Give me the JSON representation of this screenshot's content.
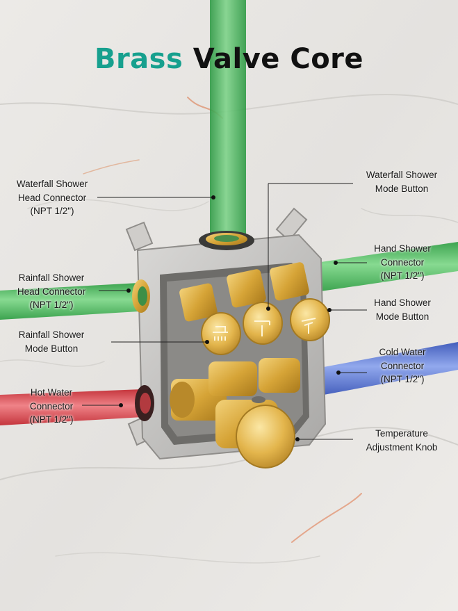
{
  "title": {
    "accent_word": "Brass",
    "rest": "Valve Core"
  },
  "colors": {
    "accent": "#17a08e",
    "green_pipe": "#4fbf53",
    "blue_pipe": "#4f6fd6",
    "red_pipe": "#e0454b",
    "brass": "#d8a93a"
  },
  "callouts": {
    "waterfall_head": "Waterfall Shower\nHead Connector\n(NPT 1/2\")",
    "waterfall_mode": "Waterfall Shower\nMode Button",
    "hand_connector": "Hand Shower\nConnector\n(NPT 1/2\")",
    "rainfall_head": "Rainfall Shower\nHead Connector\n(NPT 1/2\")",
    "hand_mode": "Hand Shower\nMode Button",
    "rainfall_mode": "Rainfall Shower\nMode Button",
    "cold_water": "Cold Water\nConnector\n(NPT 1/2\")",
    "hot_water": "Hot Water\nConnector\n(NPT 1/2\")",
    "temperature": "Temperature\nAdjustment Knob"
  }
}
